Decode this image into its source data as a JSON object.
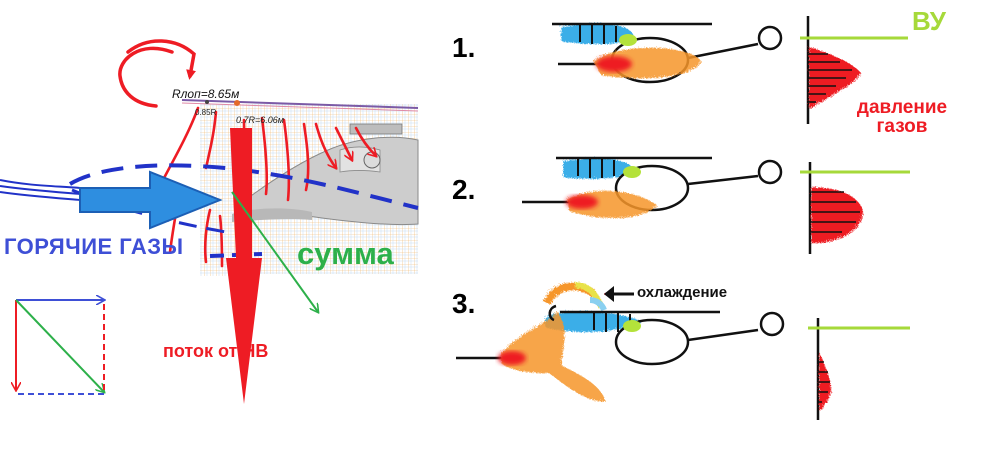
{
  "left_panel": {
    "hot_gas_label": "ГОРЯЧИЕ ГАЗЫ",
    "sum_label": "сумма",
    "rotor_flow_label": "поток от НВ",
    "blade_radius_label": "Rлоп=8.65м",
    "blade_085_label": "0.85R",
    "blade_07_label": "0.7R=6.06м"
  },
  "right_panel": {
    "stage_numbers": [
      "1.",
      "2.",
      "3."
    ],
    "level_label": "ВУ",
    "pressure_label": "давление газов",
    "cooling_label": "охлаждение"
  },
  "colors": {
    "hot_gas_blue": "#3e4fd6",
    "sum_green": "#2db04a",
    "flow_red": "#ee1c24",
    "level_green": "#a6d93a",
    "cool_blue": "#3aaee8",
    "hot_orange": "#f6962a"
  }
}
